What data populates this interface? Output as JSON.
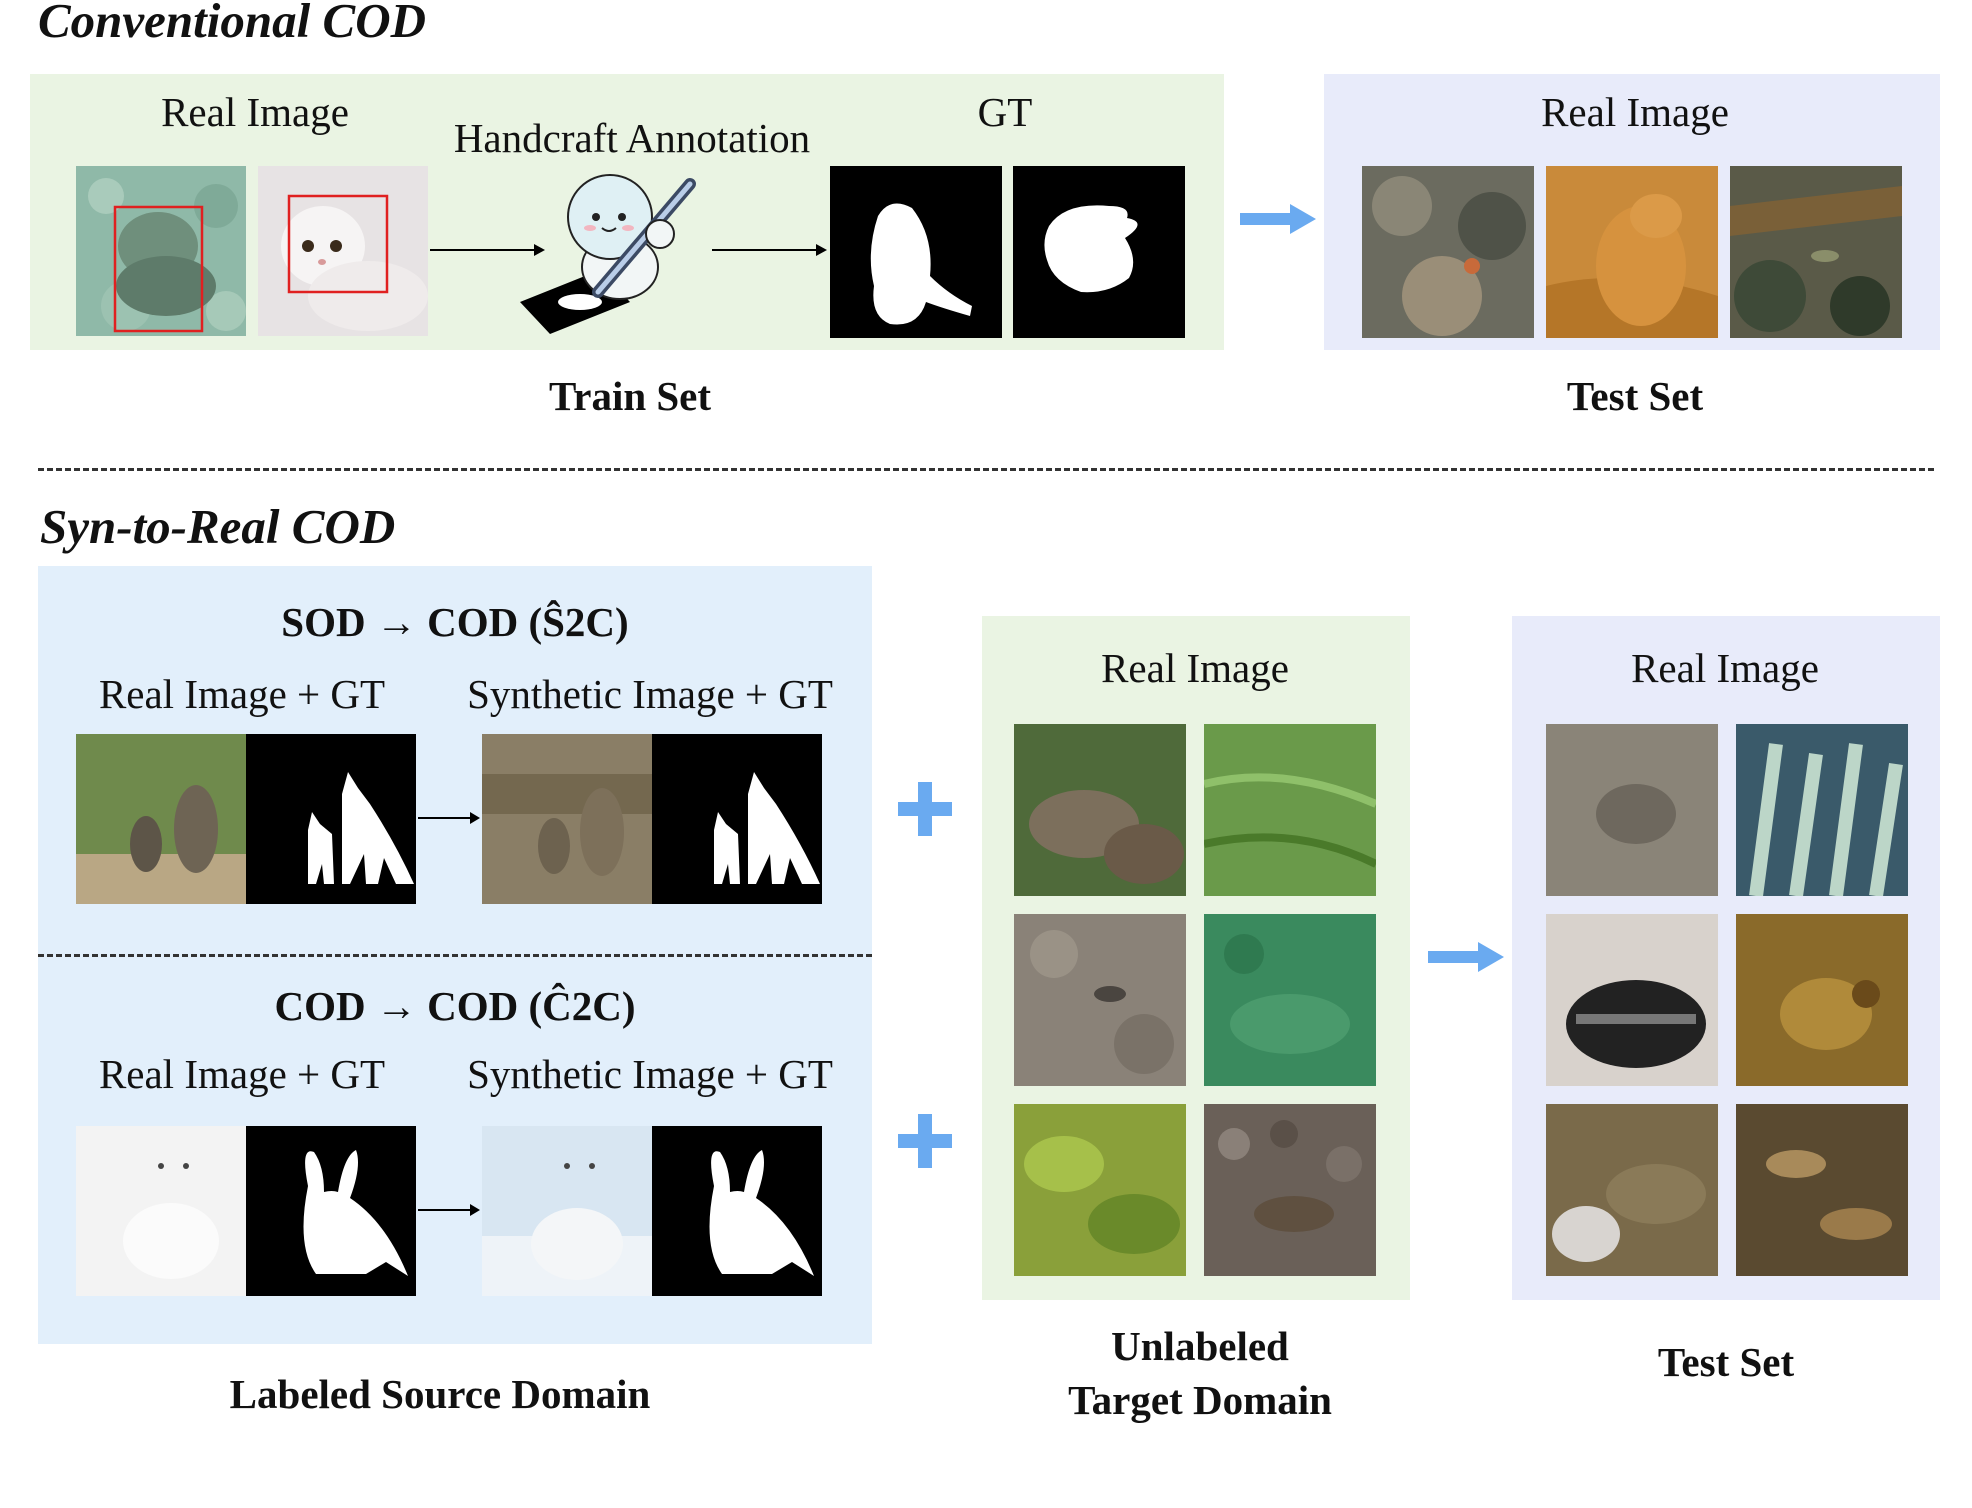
{
  "top": {
    "title": "Conventional COD",
    "train_panel": {
      "real_image_label": "Real Image",
      "annotation_label": "Handcraft Annotation",
      "gt_label": "GT",
      "caption": "Train Set"
    },
    "test_panel": {
      "real_image_label": "Real Image",
      "caption": "Test Set"
    }
  },
  "bottom": {
    "title": "Syn-to-Real COD",
    "source": {
      "s2c_title": "SOD → COD (Ŝ2C)",
      "c2c_title": "COD → COD (Ĉ2C)",
      "real_label_1": "Real Image + GT",
      "syn_label_1": "Synthetic Image + GT",
      "real_label_2": "Real Image + GT",
      "syn_label_2": "Synthetic Image + GT",
      "caption": "Labeled Source Domain"
    },
    "target": {
      "real_image_label": "Real Image",
      "caption_line1": "Unlabeled",
      "caption_line2": "Target Domain"
    },
    "test": {
      "real_image_label": "Real Image",
      "caption": "Test Set"
    }
  },
  "colors": {
    "green_panel": "#eaf4e3",
    "lavender_panel": "#e8ebfa",
    "blue_panel": "#e2effb",
    "accent_arrow": "#6aaaf0",
    "bbox_red": "#e02020"
  }
}
